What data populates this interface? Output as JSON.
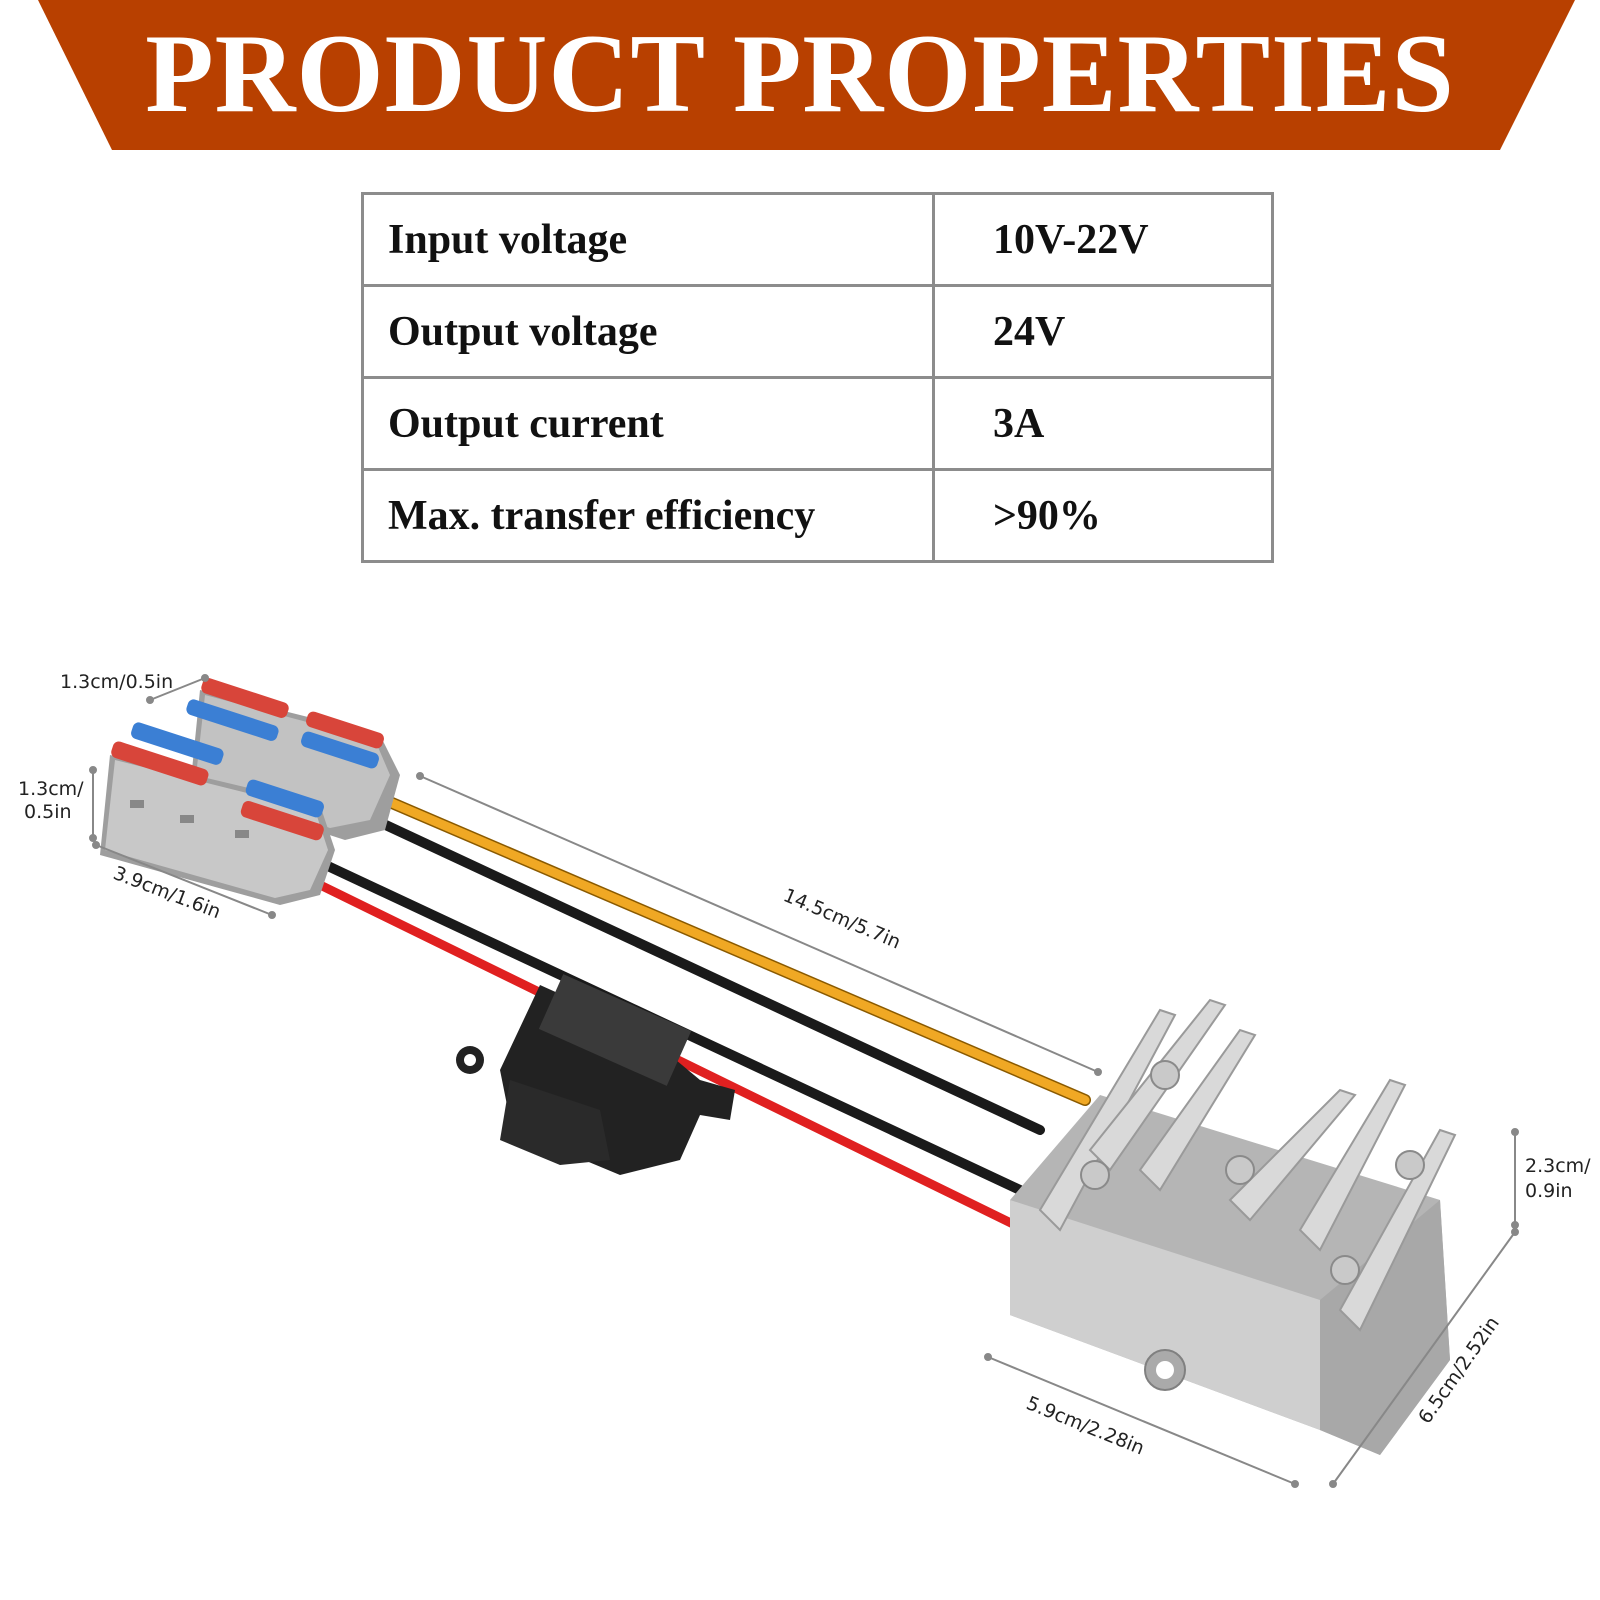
{
  "banner": {
    "title": "PRODUCT PROPERTIES",
    "color": "#b84000"
  },
  "specs": [
    {
      "label": "Input voltage",
      "value": "10V-22V"
    },
    {
      "label": "Output voltage",
      "value": "24V"
    },
    {
      "label": "Output current",
      "value": "3A"
    },
    {
      "label": "Max. transfer efficiency",
      "value": ">90%"
    }
  ],
  "dimensions": {
    "connector_width": "1.3cm/0.5in",
    "connector_height_1": "1.3cm/",
    "connector_height_2": "0.5in",
    "connector_length": "3.9cm/1.6in",
    "cable_length": "14.5cm/5.7in",
    "module_height_1": "2.3cm/",
    "module_height_2": "0.9in",
    "module_width": "5.9cm/2.28in",
    "module_depth": "6.5cm/2.52in"
  },
  "colors": {
    "wire_yellow": "#f0a824",
    "wire_black": "#1a1a1a",
    "wire_red": "#e02020",
    "connector_grey": "#b8b8b8",
    "lever_red": "#d8453a",
    "lever_blue": "#3b7fd4",
    "heatsink": "#c9c9c9"
  }
}
